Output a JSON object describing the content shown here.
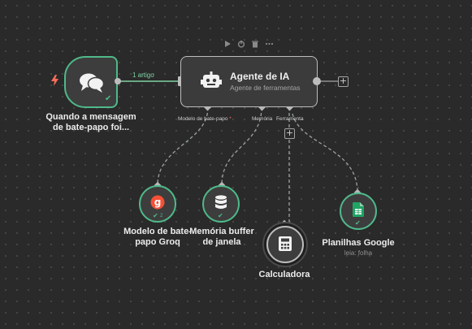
{
  "canvas": {
    "toolbar": [
      {
        "name": "play-icon"
      },
      {
        "name": "power-icon"
      },
      {
        "name": "trash-icon"
      },
      {
        "name": "more-icon"
      }
    ]
  },
  "trigger": {
    "icon": "chat-bubbles-icon",
    "bolt_icon": "lightning-icon",
    "label_line1": "Quando a mensagem",
    "label_line2": "de bate-papo foi...",
    "status": "success",
    "edge_label": "1 artigo"
  },
  "agent": {
    "title": "Agente de IA",
    "subtitle": "Agente de ferramentas",
    "icon": "robot-icon",
    "ports": {
      "model": "Modelo de bate-papo",
      "model_required_marker": "*",
      "memory": "Memória",
      "tool": "Ferramenta"
    }
  },
  "sub_nodes": {
    "groq": {
      "label_line1": "Modelo de bate-",
      "label_line2": "papo Groq",
      "icon": "groq-g-icon",
      "badge": "2",
      "status": "success"
    },
    "memory": {
      "label_line1": "Memória buffer",
      "label_line2": "de janela",
      "icon": "database-icon",
      "status": "success"
    },
    "calculator": {
      "label": "Calculadora",
      "icon": "calculator-icon"
    },
    "sheets": {
      "label": "Planilhas Google",
      "sublabel": "leia: folha",
      "icon": "google-sheets-icon",
      "status": "success"
    }
  },
  "colors": {
    "background": "#2a2a2a",
    "success": "#4fb98a",
    "node_bg": "#3d3d3d",
    "trigger_bolt": "#ff6d5a",
    "groq": "#f55036",
    "sheets": "#1fa463"
  }
}
